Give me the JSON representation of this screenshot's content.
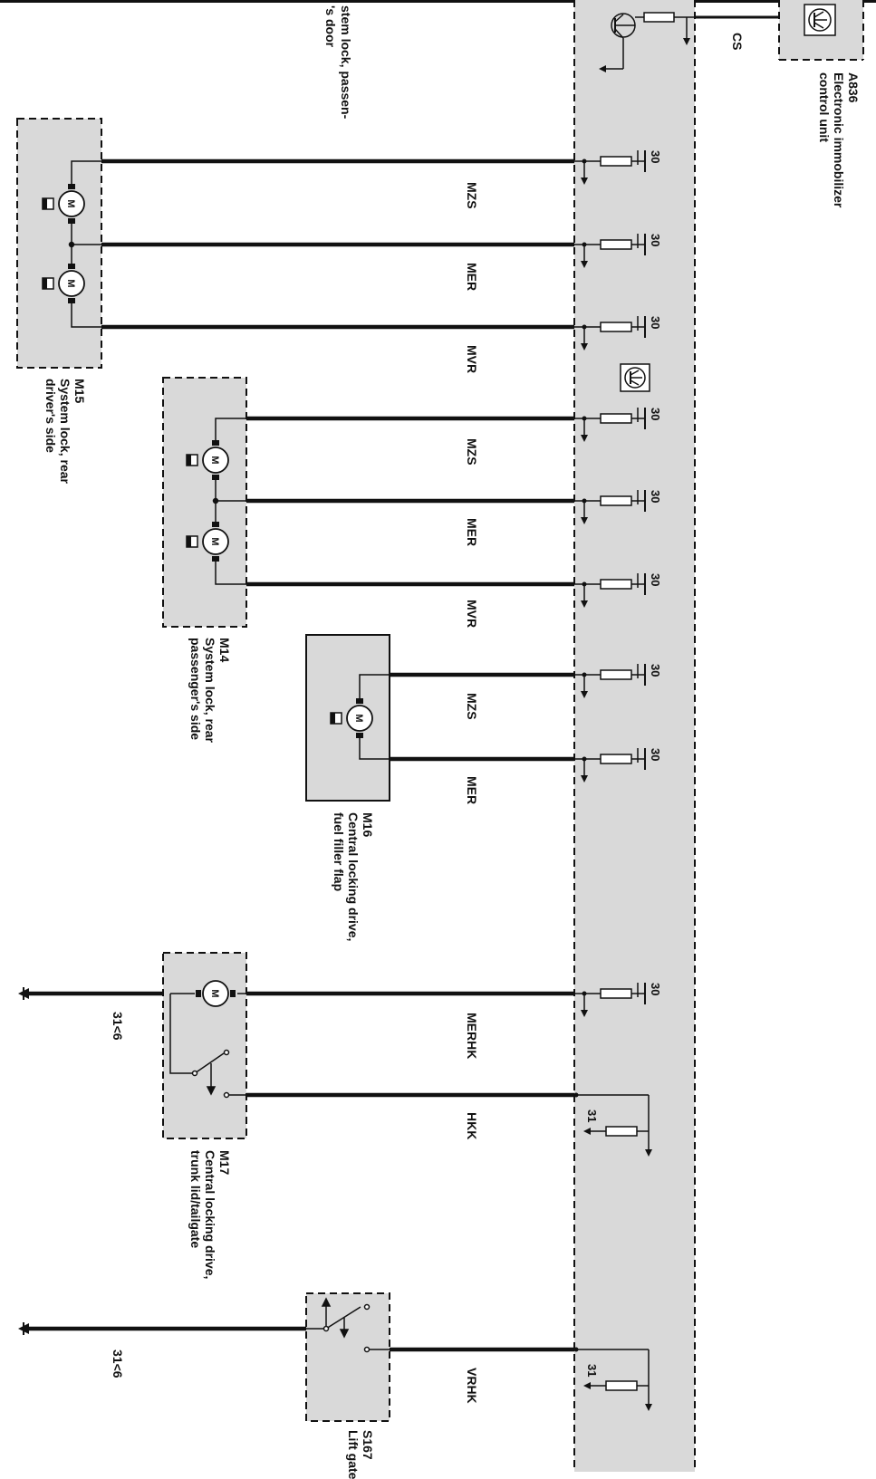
{
  "diagram": {
    "colors": {
      "background": "#ffffff",
      "module_fill": "#d9d9d9",
      "wire": "#111111",
      "resistor_fill": "#ffffff"
    },
    "top_truncated_text": [
      "stem lock, passen-",
      "'s door"
    ],
    "a836": {
      "code": "A836",
      "name_lines": [
        "Electronic immobilizer",
        "control unit"
      ],
      "signal": "CS"
    },
    "motor_symbol": "M",
    "terminal_30": "30",
    "terminal_31": "31",
    "components": [
      {
        "code": "M15",
        "name_lines": [
          "System lock, rear",
          "driver's side"
        ],
        "wires": [
          "MZS",
          "MER",
          "MVR"
        ]
      },
      {
        "code": "M14",
        "name_lines": [
          "System lock, rear",
          "passenger's side"
        ],
        "wires": [
          "MZS",
          "MER",
          "MVR"
        ]
      },
      {
        "code": "M16",
        "name_lines": [
          "Central locking drive,",
          "fuel filler flap"
        ],
        "wires": [
          "MZS",
          "MER"
        ]
      },
      {
        "code": "M17",
        "name_lines": [
          "Central locking drive,",
          "trunk lid/tailgate"
        ],
        "wires": [
          "MERHK",
          "HKK"
        ],
        "ground": "31<6"
      },
      {
        "code": "S167",
        "name_lines": [
          "Lift gate"
        ],
        "wires": [
          "VRHK"
        ],
        "ground": "31<6"
      }
    ]
  }
}
